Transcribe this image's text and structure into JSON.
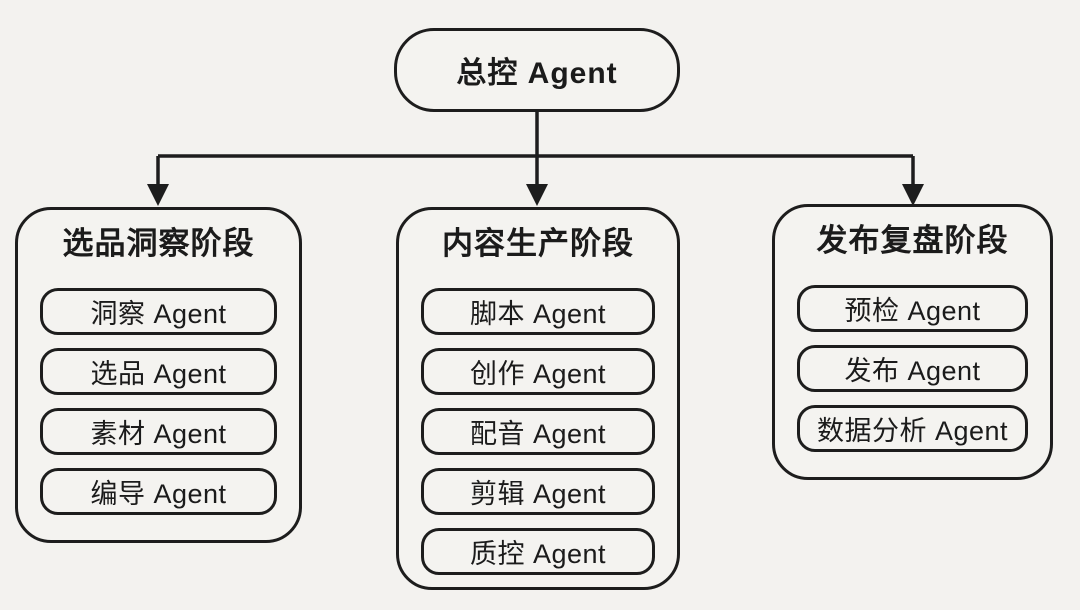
{
  "canvas": {
    "background_color": "#f3f2ef",
    "box_fill_color": "#f4f3f0",
    "line_color": "#1d1d1d",
    "text_color": "#1b1b1b"
  },
  "root": {
    "label": "总控 Agent"
  },
  "groups": [
    {
      "title": "选品洞察阶段",
      "items": [
        "洞察 Agent",
        "选品 Agent",
        "素材 Agent",
        "编导 Agent"
      ]
    },
    {
      "title": "内容生产阶段",
      "items": [
        "脚本 Agent",
        "创作 Agent",
        "配音 Agent",
        "剪辑 Agent",
        "质控 Agent"
      ]
    },
    {
      "title": "发布复盘阶段",
      "items": [
        "预检 Agent",
        "发布 Agent",
        "数据分析 Agent"
      ]
    }
  ]
}
